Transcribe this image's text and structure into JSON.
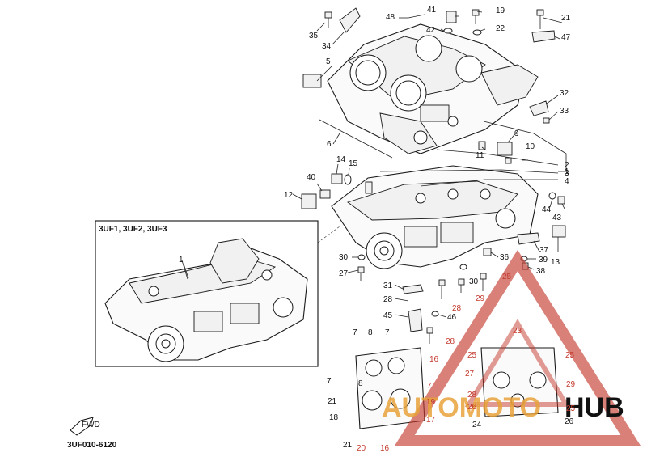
{
  "diagram": {
    "inset_title": "3UF1, 3UF2, 3UF3",
    "doc_code": "3UF010-6120",
    "fwd_label": "FWD",
    "watermark": {
      "left": "AUTOMOTO",
      "right": "HUB",
      "color": "#c43a2e",
      "accent": "#e8a33b"
    },
    "callouts": {
      "c1": "1",
      "c1b": "1",
      "c2": "2",
      "c3": "3",
      "c4": "4",
      "c5": "5",
      "c6": "6",
      "c7a": "7",
      "c7b": "7",
      "c7c": "7",
      "c7d": "7",
      "c8a": "8",
      "c8b": "8",
      "c9": "9",
      "c10": "10",
      "c11": "11",
      "c12": "12",
      "c13": "13",
      "c14": "14",
      "c15": "15",
      "c16a": "16",
      "c16b": "16",
      "c17": "17",
      "c18": "18",
      "c19": "19",
      "c19b": "19",
      "c20": "20",
      "c21": "21",
      "c21b": "21",
      "c21c": "21",
      "c22": "22",
      "c23": "23",
      "c24": "24",
      "c25a": "25",
      "c25b": "25",
      "c25c": "25",
      "c25d": "25",
      "c26a": "26",
      "c26b": "26",
      "c27a": "27",
      "c27b": "27",
      "c28a": "28",
      "c28b": "28",
      "c28c": "28",
      "c28d": "28",
      "c29a": "29",
      "c29b": "29",
      "c30a": "30",
      "c30b": "30",
      "c31": "31",
      "c32": "32",
      "c33": "33",
      "c34": "34",
      "c35": "35",
      "c36": "36",
      "c37": "37",
      "c38": "38",
      "c39": "39",
      "c40": "40",
      "c41": "41",
      "c42": "42",
      "c43": "43",
      "c44": "44",
      "c45": "45",
      "c46": "46",
      "c47": "47",
      "c48": "48"
    }
  }
}
